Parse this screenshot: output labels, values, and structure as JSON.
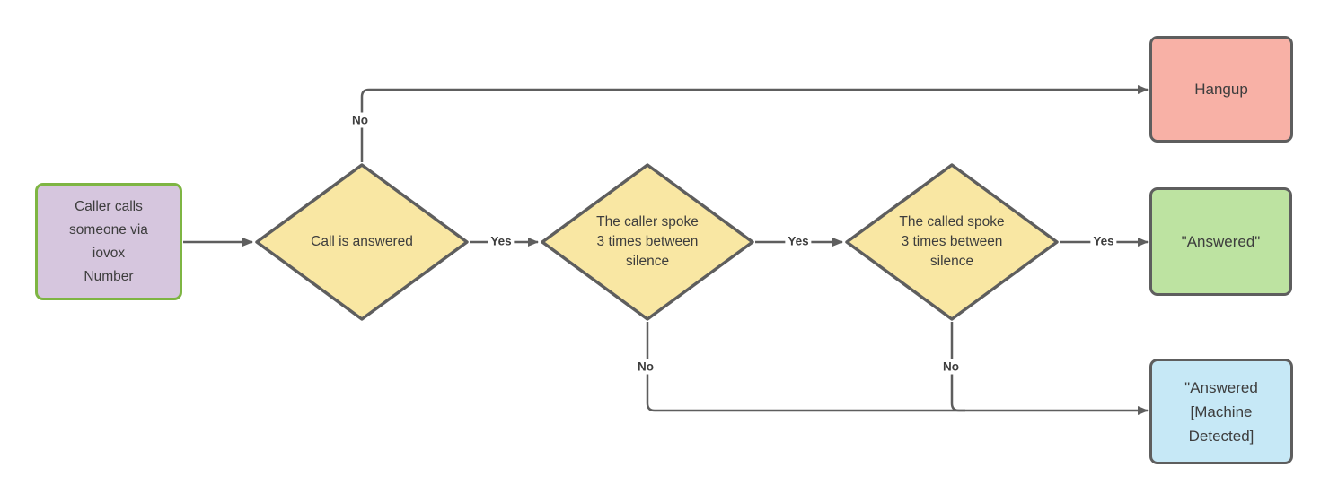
{
  "diagram_type": "flowchart",
  "colors": {
    "background": "#ffffff",
    "connector": "#5e5e5e",
    "start_fill": "#d6c6de",
    "start_border": "#7eb543",
    "decision_fill": "#f9e7a3",
    "decision_border": "#5e5e5e",
    "hangup_fill": "#f8b1a6",
    "answered_fill": "#bde3a1",
    "machine_fill": "#c6e8f6",
    "terminal_border": "#5e5e5e",
    "text": "#3d3d3d"
  },
  "nodes": {
    "start": {
      "label": "Caller calls\nsomeone via\niovox\nNumber",
      "shape": "rounded-rect"
    },
    "call_answered": {
      "label": "Call is answered",
      "shape": "diamond"
    },
    "caller_spoke": {
      "label": "The caller spoke\n3 times between\nsilence",
      "shape": "diamond"
    },
    "called_spoke": {
      "label": "The called spoke\n3 times between\nsilence",
      "shape": "diamond"
    },
    "hangup": {
      "label": "Hangup",
      "shape": "rounded-rect"
    },
    "answered": {
      "label": "\"Answered\"",
      "shape": "rounded-rect"
    },
    "answered_machine": {
      "label": "\"Answered\n[Machine\nDetected]",
      "shape": "rounded-rect"
    }
  },
  "edges": [
    {
      "from": "start",
      "to": "call_answered",
      "label": ""
    },
    {
      "from": "call_answered",
      "to": "hangup",
      "label": "No"
    },
    {
      "from": "call_answered",
      "to": "caller_spoke",
      "label": "Yes"
    },
    {
      "from": "caller_spoke",
      "to": "called_spoke",
      "label": "Yes"
    },
    {
      "from": "called_spoke",
      "to": "answered",
      "label": "Yes"
    },
    {
      "from": "caller_spoke",
      "to": "answered_machine",
      "label": "No"
    },
    {
      "from": "called_spoke",
      "to": "answered_machine",
      "label": "No"
    }
  ]
}
